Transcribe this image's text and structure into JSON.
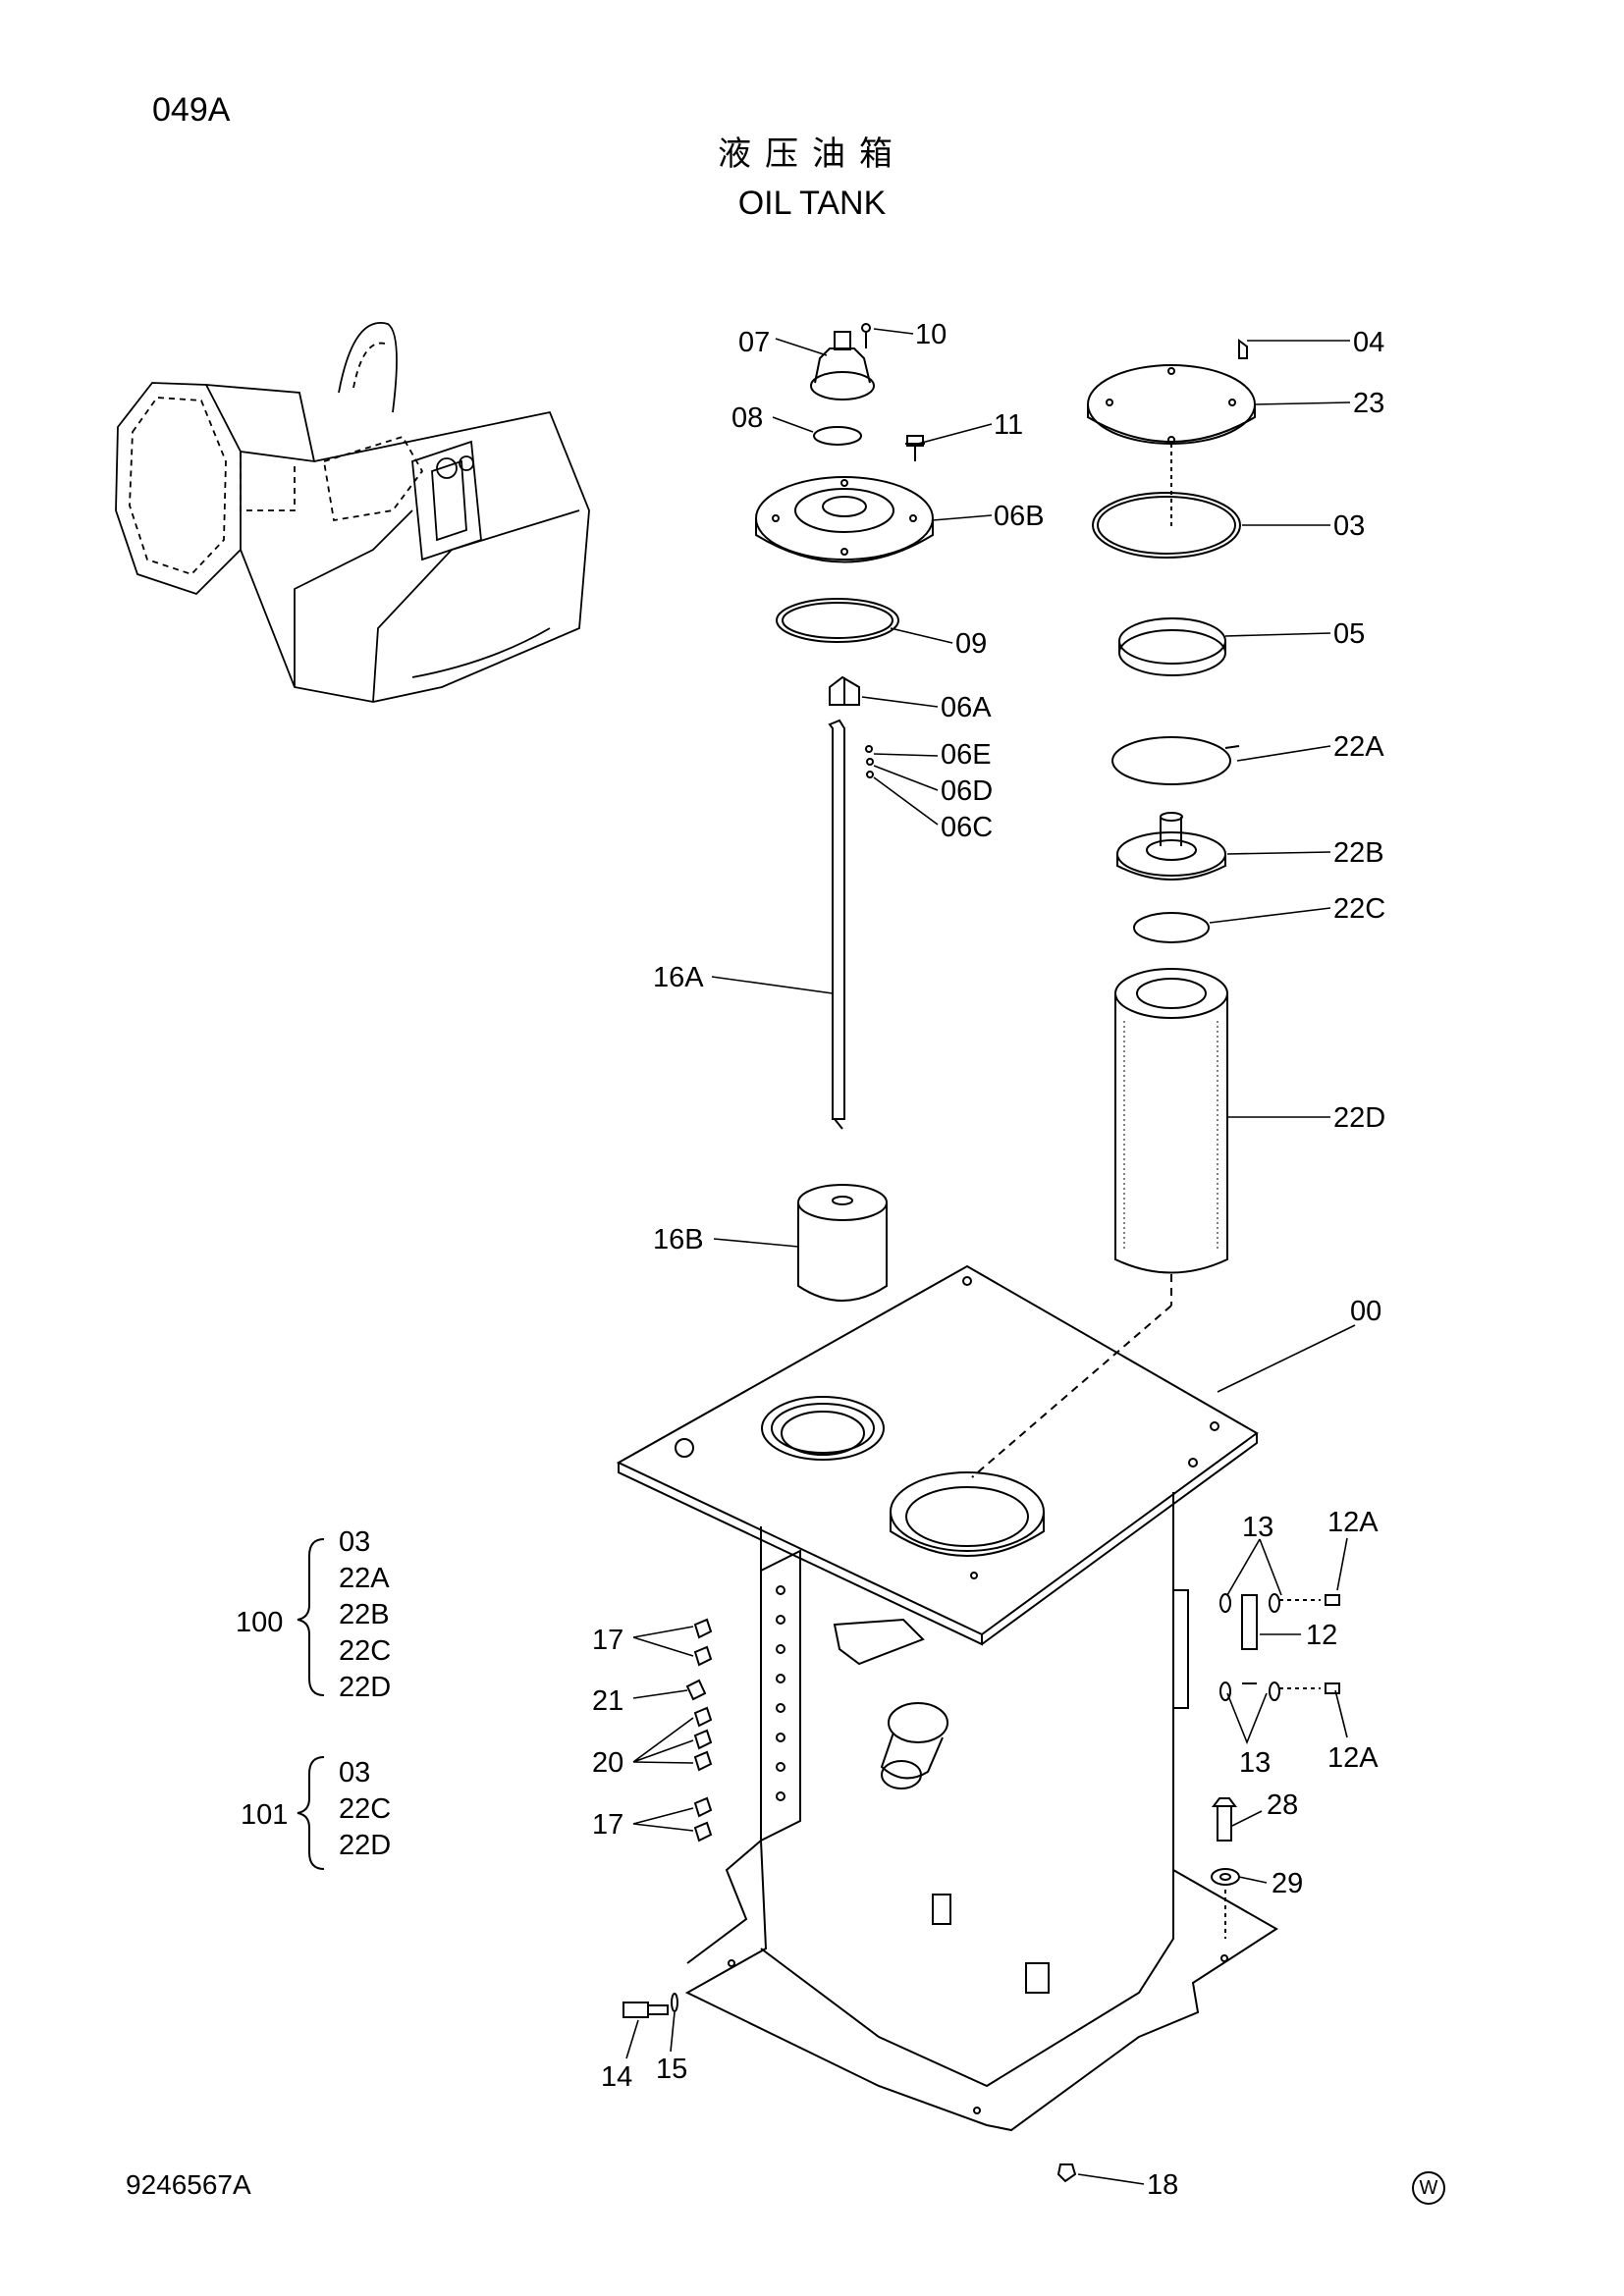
{
  "header": {
    "page_code": "049A",
    "title_cn": "液压油箱",
    "title_en": "OIL TANK"
  },
  "footer": {
    "drawing_number": "9246567A",
    "mark": "W"
  },
  "callouts": {
    "p07": "07",
    "p10": "10",
    "p04": "04",
    "p23": "23",
    "p08": "08",
    "p11": "11",
    "p06B": "06B",
    "p03": "03",
    "p09": "09",
    "p05": "05",
    "p06A": "06A",
    "p22A": "22A",
    "p06E": "06E",
    "p06D": "06D",
    "p06C": "06C",
    "p22B": "22B",
    "p22C": "22C",
    "p16A": "16A",
    "p22D": "22D",
    "p16B": "16B",
    "p00": "00",
    "p13a": "13",
    "p12Aa": "12A",
    "p12": "12",
    "p13b": "13",
    "p12Ab": "12A",
    "p17a": "17",
    "p21": "21",
    "p20": "20",
    "p17b": "17",
    "p28": "28",
    "p29": "29",
    "p14": "14",
    "p15": "15",
    "p18": "18"
  },
  "assemblies": [
    {
      "number": "100",
      "parts": [
        "03",
        "22A",
        "22B",
        "22C",
        "22D"
      ]
    },
    {
      "number": "101",
      "parts": [
        "03",
        "22C",
        "22D"
      ]
    }
  ]
}
